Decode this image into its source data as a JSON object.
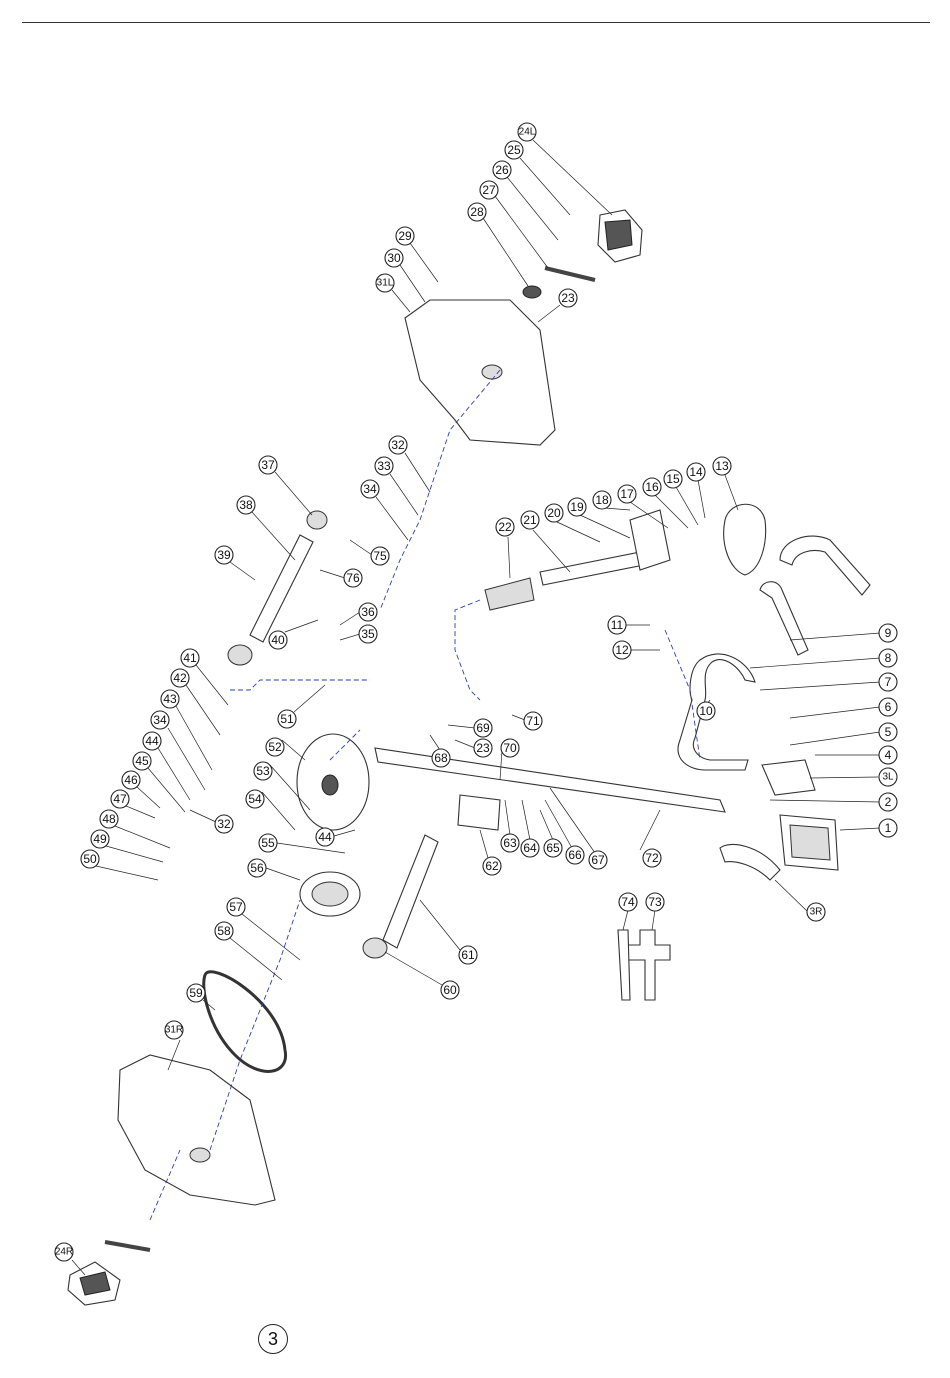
{
  "page_number": "3",
  "callouts": [
    "1",
    "2",
    "3L",
    "3R",
    "4",
    "5",
    "6",
    "7",
    "8",
    "9",
    "10",
    "11",
    "12",
    "13",
    "14",
    "15",
    "16",
    "17",
    "18",
    "19",
    "20",
    "21",
    "22",
    "23",
    "23",
    "24L",
    "24R",
    "25",
    "26",
    "27",
    "28",
    "29",
    "30",
    "31L",
    "31R",
    "32",
    "32",
    "33",
    "34",
    "34",
    "35",
    "36",
    "37",
    "38",
    "39",
    "40",
    "41",
    "42",
    "43",
    "44",
    "44",
    "45",
    "46",
    "47",
    "48",
    "49",
    "50",
    "51",
    "52",
    "53",
    "54",
    "55",
    "56",
    "57",
    "58",
    "59",
    "60",
    "61",
    "62",
    "63",
    "64",
    "65",
    "66",
    "67",
    "68",
    "69",
    "70",
    "71",
    "72",
    "73",
    "74",
    "75",
    "76"
  ]
}
